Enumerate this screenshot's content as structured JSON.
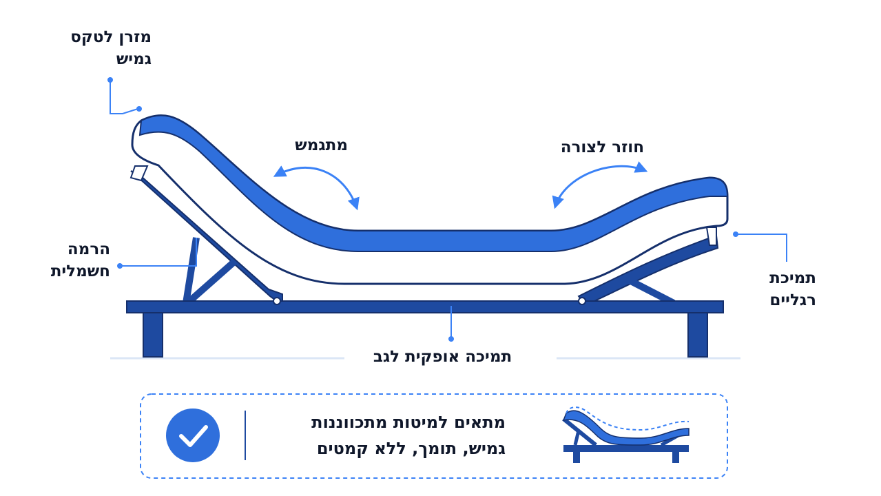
{
  "labels": {
    "mattress": [
      "מזרן לטקס",
      "גמיש"
    ],
    "flexes": "מתגמש",
    "reshapes": "חוזר לצורה",
    "electric_lift": [
      "הרמה",
      "חשמלית"
    ],
    "leg_support": [
      "תמיכת",
      "רגליים"
    ],
    "horizontal_support": "תמיכה אופקית לגב"
  },
  "note": {
    "lines": [
      "מתאים למיטות מתכווננות",
      "גמיש, תומך, ללא קמטים"
    ]
  },
  "colors": {
    "frame": "#1e3a8a",
    "mattress_top": "#2f6fdc",
    "mattress_side": "#ffffff",
    "accent": "#3b82f6",
    "check_circle": "#2f6fdc",
    "floor": "#dbe6f6"
  },
  "icons": {
    "check": "check-circle-icon",
    "mini_bed": "adjustable-bed-icon"
  }
}
